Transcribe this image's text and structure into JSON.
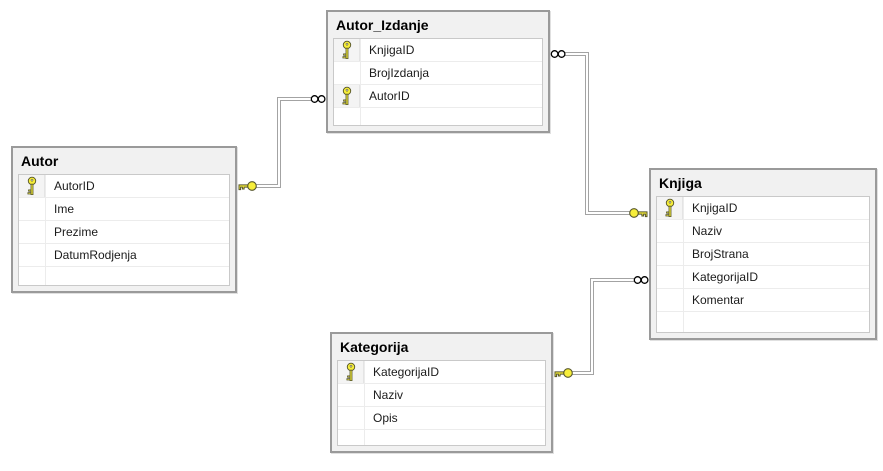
{
  "diagram": {
    "tables": [
      {
        "title": "Autor_Izdanje",
        "columns": [
          {
            "name": "KnjigaID",
            "pk": true
          },
          {
            "name": "BrojIzdanja",
            "pk": false
          },
          {
            "name": "AutorID",
            "pk": true
          }
        ]
      },
      {
        "title": "Autor",
        "columns": [
          {
            "name": "AutorID",
            "pk": true
          },
          {
            "name": "Ime",
            "pk": false
          },
          {
            "name": "Prezime",
            "pk": false
          },
          {
            "name": "DatumRodjenja",
            "pk": false
          }
        ]
      },
      {
        "title": "Knjiga",
        "columns": [
          {
            "name": "KnjigaID",
            "pk": true
          },
          {
            "name": "Naziv",
            "pk": false
          },
          {
            "name": "BrojStrana",
            "pk": false
          },
          {
            "name": "KategorijaID",
            "pk": false
          },
          {
            "name": "Komentar",
            "pk": false
          }
        ]
      },
      {
        "title": "Kategorija",
        "columns": [
          {
            "name": "KategorijaID",
            "pk": true
          },
          {
            "name": "Naziv",
            "pk": false
          },
          {
            "name": "Opis",
            "pk": false
          }
        ]
      }
    ],
    "relationships": [
      {
        "one_side": "Autor",
        "many_side": "Autor_Izdanje"
      },
      {
        "one_side": "Knjiga",
        "many_side": "Autor_Izdanje"
      },
      {
        "one_side": "Kategorija",
        "many_side": "Knjiga"
      }
    ],
    "colors": {
      "key_yellow": "#f7ee3a",
      "key_outline": "#55552a",
      "table_fill": "#f1f1f1",
      "table_border": "#9a9a9a",
      "grid_border": "#c9c9c9",
      "row_divider": "#ececec",
      "connector_gray": "#a3a3a3"
    }
  }
}
